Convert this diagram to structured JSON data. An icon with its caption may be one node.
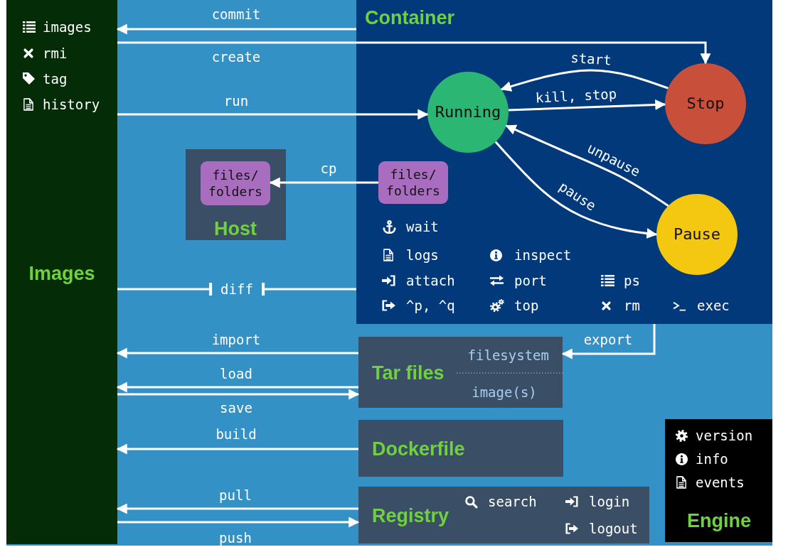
{
  "diagram": {
    "nodes": [
      {
        "text": [
          "images",
          "rmi",
          "tag",
          "history",
          "Images"
        ]
      },
      {
        "text": [
          "Container",
          "wait",
          "logs",
          "inspect",
          "attach",
          "port",
          "ps",
          "^p, ^q",
          "top",
          "rm",
          "exec"
        ]
      },
      {
        "text": [
          "Running"
        ],
        "in": 1
      },
      {
        "text": [
          "Stop"
        ],
        "in": 1
      },
      {
        "text": [
          "Pause"
        ],
        "in": 1
      },
      {
        "text": [
          "files/ folders"
        ],
        "in": 1
      },
      {
        "text": [
          "Host"
        ]
      },
      {
        "text": [
          "files/ folders"
        ],
        "in": 6
      },
      {
        "text": [
          "Tar files",
          "filesystem",
          "image(s)"
        ]
      },
      {
        "text": [
          "Dockerfile"
        ]
      },
      {
        "text": [
          "Registry",
          "search",
          "login",
          "logout"
        ]
      },
      {
        "text": [
          "version",
          "info",
          "events",
          "Engine"
        ]
      }
    ],
    "edges": [
      {
        "from": 1,
        "to": 0,
        "arrow": "to",
        "label": "commit"
      },
      {
        "from": 0,
        "to": 3,
        "arrow": "to",
        "label": "create"
      },
      {
        "from": 0,
        "to": 2,
        "arrow": "to",
        "label": "run"
      },
      {
        "from": 3,
        "to": 2,
        "arrow": "to",
        "label": "start"
      },
      {
        "from": 2,
        "to": 3,
        "arrow": "to",
        "label": "kill, stop"
      },
      {
        "from": 4,
        "to": 2,
        "arrow": "to",
        "label": "unpause"
      },
      {
        "from": 2,
        "to": 4,
        "arrow": "to",
        "label": "pause"
      },
      {
        "from": 5,
        "to": 7,
        "arrow": "to",
        "label": "cp"
      },
      {
        "from": 0,
        "to": 1,
        "arrow": "none",
        "label": "diff"
      },
      {
        "from": 1,
        "to": 8,
        "arrow": "to",
        "label": "export"
      },
      {
        "from": 8,
        "to": 0,
        "arrow": "to",
        "label": "import"
      },
      {
        "from": 8,
        "to": 0,
        "arrow": "to",
        "label": "load"
      },
      {
        "from": 0,
        "to": 8,
        "arrow": "to",
        "label": "save"
      },
      {
        "from": 9,
        "to": 0,
        "arrow": "to",
        "label": "build"
      },
      {
        "from": 10,
        "to": 0,
        "arrow": "to",
        "label": "pull"
      },
      {
        "from": 0,
        "to": 10,
        "arrow": "to",
        "label": "push"
      }
    ]
  }
}
